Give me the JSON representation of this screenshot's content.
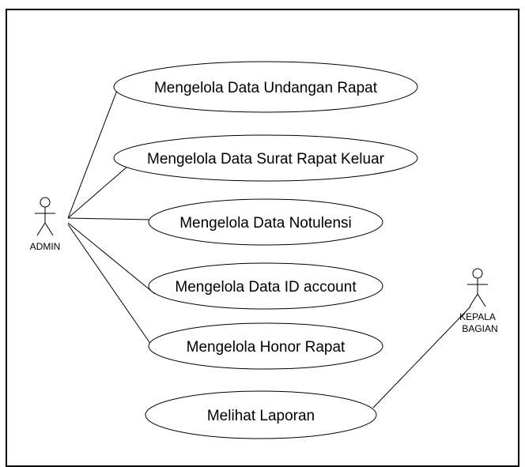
{
  "actors": {
    "admin": {
      "name": "ADMIN"
    },
    "kepala": {
      "name_lines": [
        "KEPALA",
        "BAGIAN"
      ]
    }
  },
  "use_cases": [
    "Mengelola Data Undangan Rapat",
    "Mengelola Data Surat Rapat Keluar",
    "Mengelola Data Notulensi",
    "Mengelola Data ID account",
    "Mengelola Honor Rapat",
    "Melihat Laporan"
  ],
  "associations": [
    {
      "actor": "ADMIN",
      "use_case": "Mengelola Data Undangan Rapat"
    },
    {
      "actor": "ADMIN",
      "use_case": "Mengelola Data Surat Rapat Keluar"
    },
    {
      "actor": "ADMIN",
      "use_case": "Mengelola Data Notulensi"
    },
    {
      "actor": "ADMIN",
      "use_case": "Mengelola Data ID account"
    },
    {
      "actor": "ADMIN",
      "use_case": "Mengelola Honor Rapat"
    },
    {
      "actor": "KEPALA BAGIAN",
      "use_case": "Melihat Laporan"
    }
  ]
}
